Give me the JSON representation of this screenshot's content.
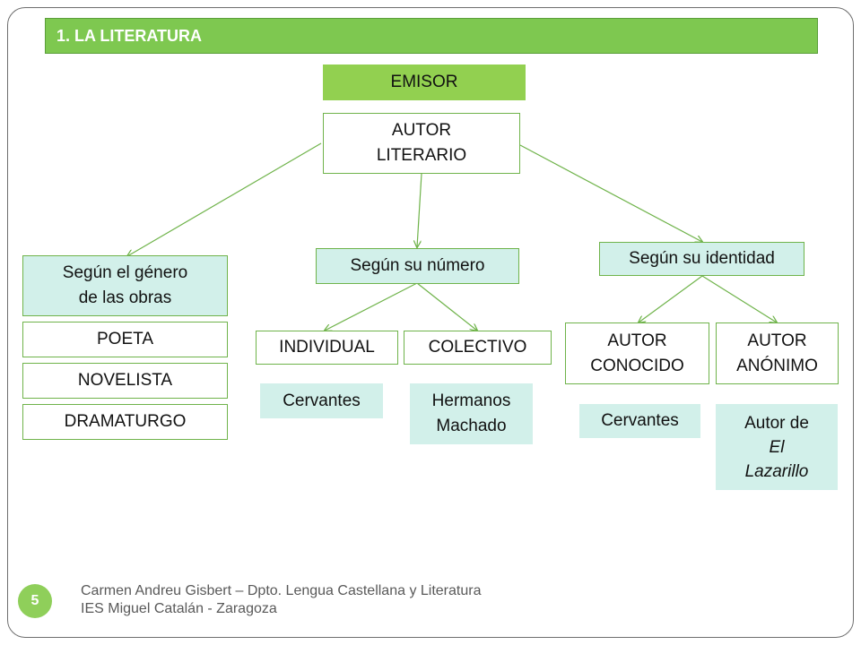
{
  "header": {
    "title": "1. LA LITERATURA"
  },
  "diagram": {
    "emisor": "EMISOR",
    "autor_literario": [
      "AUTOR",
      "LITERARIO"
    ],
    "genero": {
      "heading": [
        "Según el género",
        "de las obras"
      ],
      "items": [
        "POETA",
        "NOVELISTA",
        "DRAMATURGO"
      ]
    },
    "numero": {
      "heading": "Según su número",
      "individual": "INDIVIDUAL",
      "colectivo": "COLECTIVO",
      "individual_example": "Cervantes",
      "colectivo_example": [
        "Hermanos",
        "Machado"
      ]
    },
    "identidad": {
      "heading": "Según su identidad",
      "conocido": [
        "AUTOR",
        "CONOCIDO"
      ],
      "anonimo": [
        "AUTOR",
        "ANÓNIMO"
      ],
      "conocido_example": "Cervantes",
      "anonimo_example": [
        "Autor de",
        "El",
        "Lazarillo"
      ]
    }
  },
  "footer": {
    "line1": "Carmen Andreu Gisbert – Dpto. Lengua Castellana y Literatura",
    "line2": "IES Miguel Catalán - Zaragoza",
    "page_number": "5"
  },
  "colors": {
    "title_bar": "#7ec850",
    "emisor_fill": "#92d050",
    "mint_fill": "#d2f0ea",
    "border_green": "#6fb34a"
  }
}
